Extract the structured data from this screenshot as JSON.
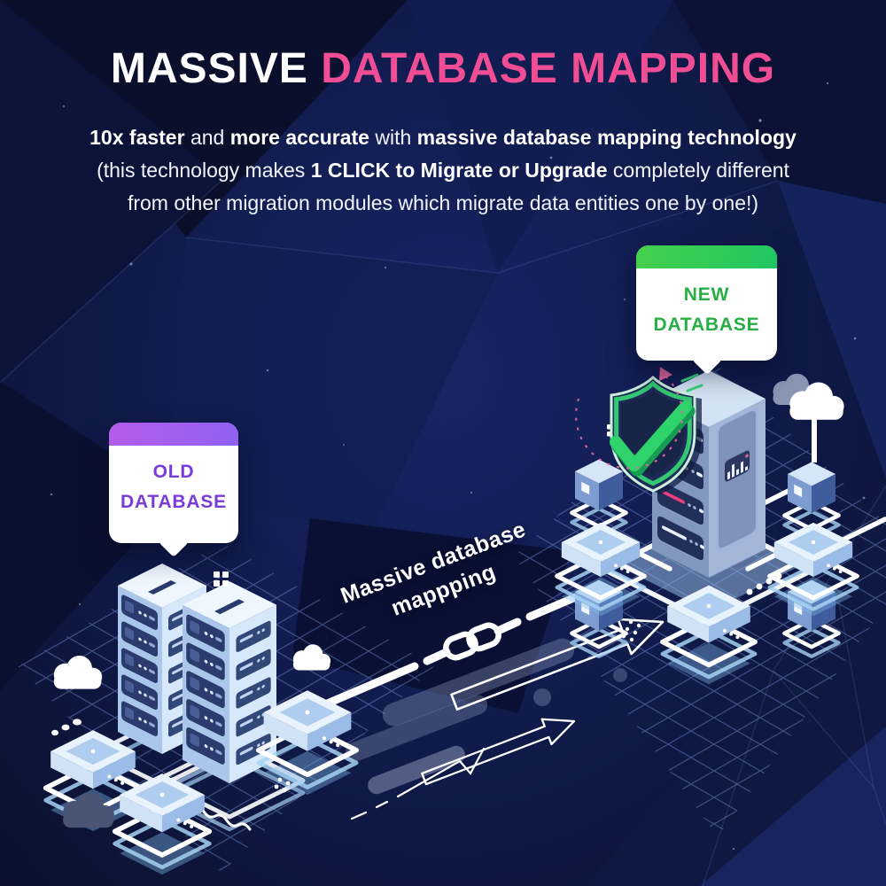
{
  "header": {
    "title": {
      "white_part": "MASSIVE ",
      "accent_part": "DATABASE MAPPING"
    },
    "subtitle": {
      "l1_b1": "10x faster",
      "l1_t1": " and ",
      "l1_b2": "more accurate",
      "l1_t2": " with ",
      "l1_b3": "massive database mapping technology",
      "l2_t1": "(this technology makes ",
      "l2_b1": "1 CLICK to Migrate or Upgrade",
      "l2_t2": " completely different",
      "l3": "from other migration modules which migrate data entities one by one!)"
    }
  },
  "callouts": {
    "old_database": {
      "line1": "OLD",
      "line2": "DATABASE",
      "accent_color": "#9a5cf0",
      "text_color": "#7b3bd8"
    },
    "new_database": {
      "line1": "NEW",
      "line2": "DATABASE",
      "accent_color": "#2fc24e",
      "text_color": "#27ae44"
    }
  },
  "flow_label": {
    "line1": "Massive database",
    "line2": "mappping"
  },
  "icons": {
    "chain_link_icon": "🔗",
    "shield_check_icon": "✓",
    "cloud_icon": "☁",
    "arrow_up_right_icon": "➚",
    "server_tower_icon": "▤",
    "network_node_icon": "◈"
  },
  "colors": {
    "background_navy": "#101b4d",
    "title_accent_pink": "#ef4e95",
    "old_purple": "#7b3bd8",
    "new_green": "#27ae44",
    "illustration_light_blue": "#cfe2f6",
    "line_white": "#ffffff",
    "pink_dash": "#ed3e7e"
  }
}
